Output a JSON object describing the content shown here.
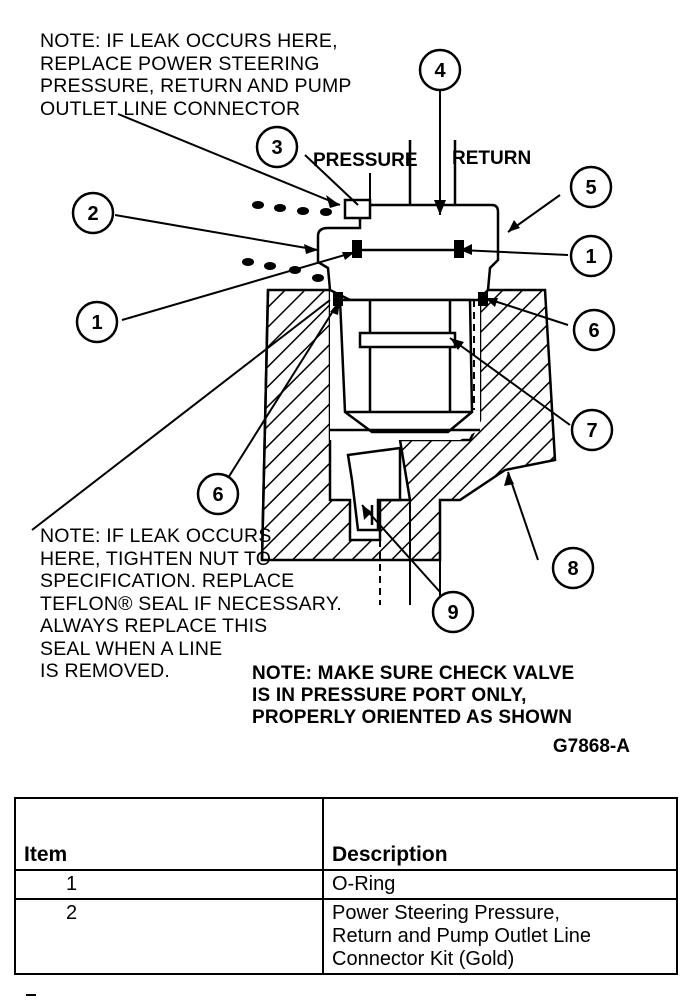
{
  "notes": {
    "top": [
      "NOTE: IF LEAK OCCURS HERE,",
      "REPLACE POWER STEERING",
      "PRESSURE, RETURN AND PUMP",
      "OUTLET LINE CONNECTOR"
    ],
    "left": [
      "NOTE: IF LEAK OCCURS",
      "HERE, TIGHTEN NUT TO",
      "SPECIFICATION. REPLACE",
      "TEFLON® SEAL IF NECESSARY.",
      "ALWAYS REPLACE THIS",
      "SEAL WHEN A LINE",
      "IS REMOVED."
    ],
    "bottom": [
      "NOTE: MAKE SURE CHECK VALVE",
      "IS IN PRESSURE PORT ONLY,",
      "PROPERLY ORIENTED AS SHOWN"
    ]
  },
  "labels": {
    "pressure": "PRESSURE",
    "return": "RETURN"
  },
  "figure_code": "G7868-A",
  "callouts": [
    "1",
    "2",
    "3",
    "4",
    "5",
    "1",
    "6",
    "7",
    "8",
    "6",
    "9"
  ],
  "table": {
    "headers": {
      "item": "Item",
      "description": "Description"
    },
    "rows": [
      {
        "item": "1",
        "description": [
          "O-Ring"
        ]
      },
      {
        "item": "2",
        "description": [
          "Power Steering Pressure,",
          "Return and Pump Outlet Line",
          "Connector Kit  (Gold)"
        ]
      }
    ]
  }
}
